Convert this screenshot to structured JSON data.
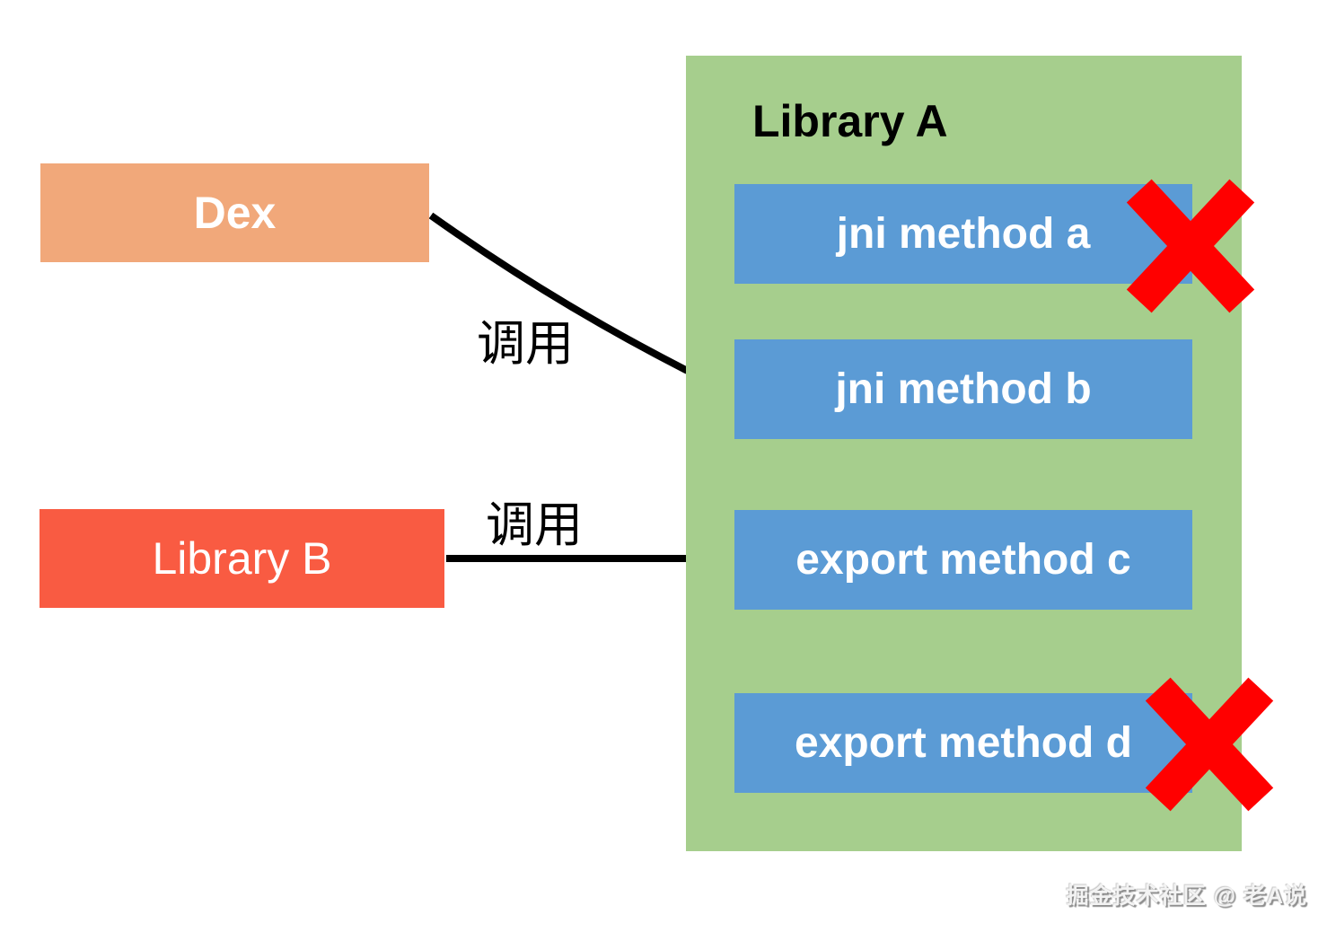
{
  "dex": {
    "label": "Dex"
  },
  "library_b": {
    "label": "Library B"
  },
  "library_a": {
    "title": "Library A",
    "methods": [
      {
        "label": "jni method a",
        "crossed": true
      },
      {
        "label": "jni method b",
        "crossed": false
      },
      {
        "label": "export method c",
        "crossed": false
      },
      {
        "label": "export method d",
        "crossed": true
      }
    ]
  },
  "arrows": [
    {
      "label": "调用",
      "from": "Dex",
      "to": "jni method b"
    },
    {
      "label": "调用",
      "from": "Library B",
      "to": "export method c"
    }
  ],
  "watermark": "掘金技术社区 @ 老A说",
  "colors": {
    "dex_fill": "#F1A87A",
    "library_b_fill": "#F95B42",
    "library_a_fill": "#A6CE8D",
    "method_fill": "#5B9BD5",
    "cross": "#FF0000",
    "arrow": "#000000"
  }
}
